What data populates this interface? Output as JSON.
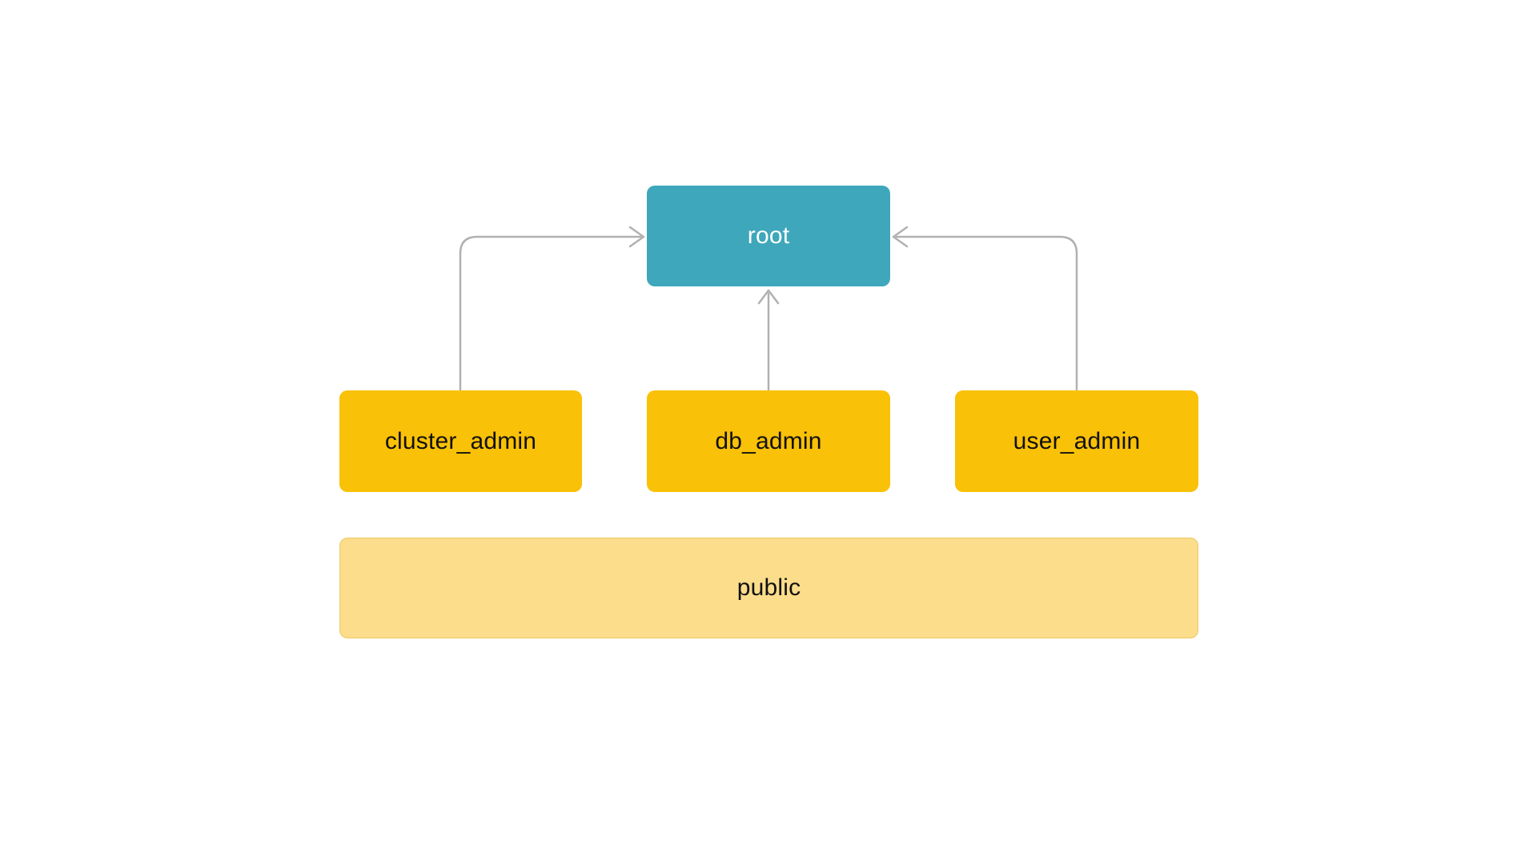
{
  "diagram": {
    "description": "Role hierarchy diagram: cluster_admin, db_admin and user_admin roles point to root; public spans below",
    "background_color": "#FFFFFF",
    "connector_color": "#B1B1B1",
    "nodes": [
      {
        "id": "root",
        "label": "root",
        "fill": "#3EA7BB",
        "text_color": "#FFFFFF"
      },
      {
        "id": "cluster_admin",
        "label": "cluster_admin",
        "fill": "#F9C107",
        "text_color": "#111111"
      },
      {
        "id": "db_admin",
        "label": "db_admin",
        "fill": "#F9C107",
        "text_color": "#111111"
      },
      {
        "id": "user_admin",
        "label": "user_admin",
        "fill": "#F9C107",
        "text_color": "#111111"
      },
      {
        "id": "public",
        "label": "public",
        "fill": "#FBDD8B",
        "border_color": "#EFC868",
        "text_color": "#111111"
      }
    ],
    "edges": [
      {
        "from": "cluster_admin",
        "to": "root",
        "arrow": "chevron"
      },
      {
        "from": "db_admin",
        "to": "root",
        "arrow": "chevron"
      },
      {
        "from": "user_admin",
        "to": "root",
        "arrow": "chevron"
      }
    ]
  }
}
